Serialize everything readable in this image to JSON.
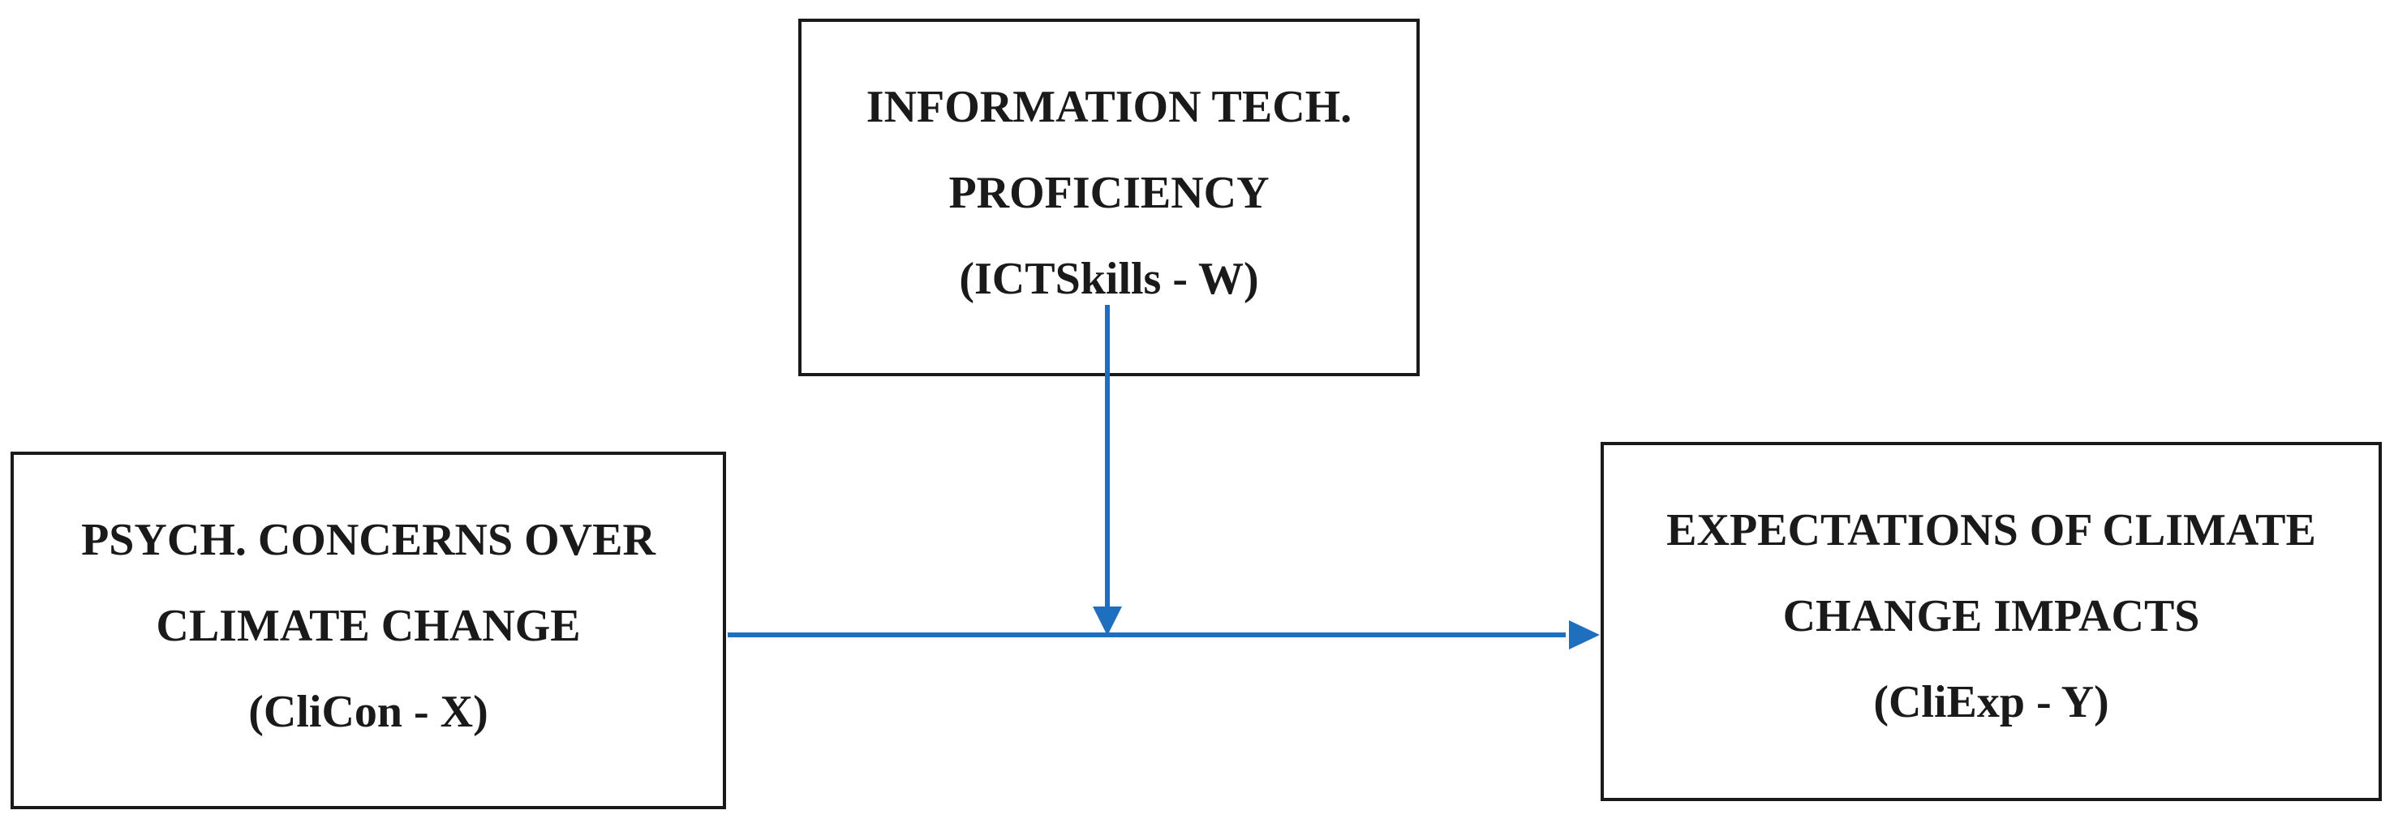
{
  "diagram": {
    "moderator": {
      "lines": [
        "INFORMATION TECH.",
        "PROFICIENCY",
        "(ICTSkills - W)"
      ]
    },
    "predictor": {
      "lines": [
        "PSYCH. CONCERNS OVER",
        "CLIMATE CHANGE",
        "(CliCon - X)"
      ]
    },
    "outcome": {
      "lines": [
        "EXPECTATIONS OF CLIMATE",
        "CHANGE IMPACTS",
        "(CliExp - Y)"
      ]
    },
    "colors": {
      "arrow": "#1f6fbf",
      "border": "#1a1a1a",
      "text": "#1a1a1a",
      "background": "#ffffff"
    }
  }
}
